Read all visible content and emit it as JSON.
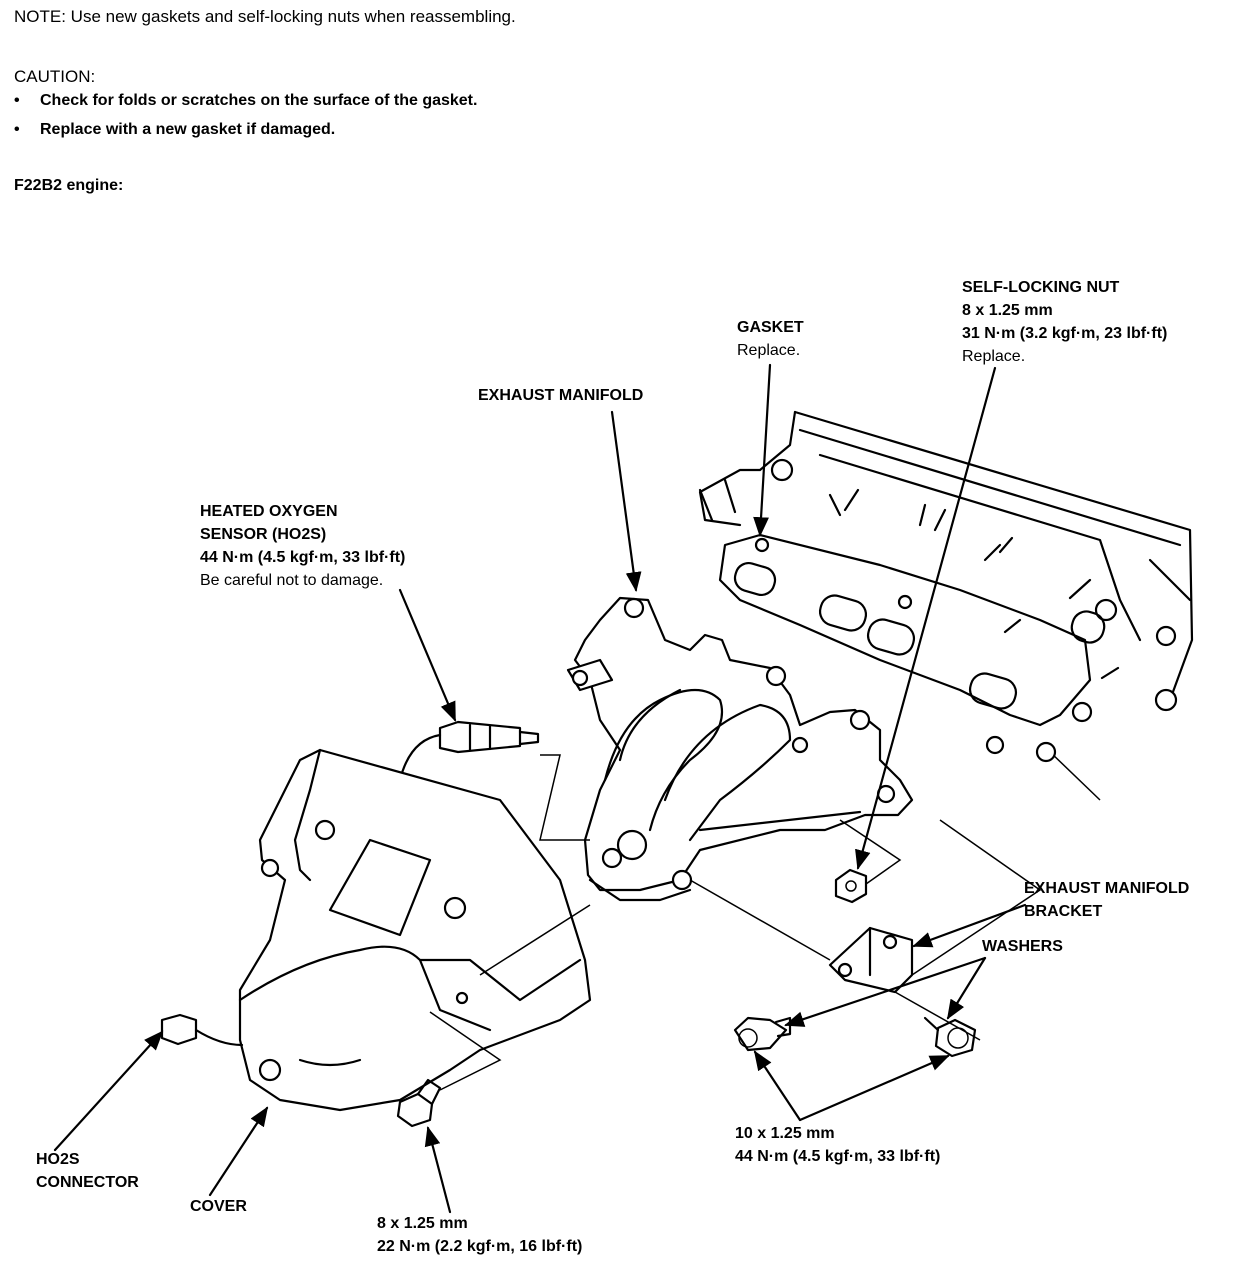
{
  "notes": {
    "note": "NOTE:  Use new gaskets and self-locking nuts when reassembling.",
    "caution_title": "CAUTION:",
    "caution_items": [
      "Check for folds or scratches on the surface of the gasket.",
      "Replace with a new gasket if damaged."
    ],
    "engine": "F22B2 engine:"
  },
  "labels": {
    "self_locking_nut": {
      "title": "SELF-LOCKING NUT",
      "lines": [
        "8 x 1.25 mm",
        "31 N·m (3.2 kgf·m, 23 lbf·ft)"
      ],
      "note": "Replace."
    },
    "gasket": {
      "title": "GASKET",
      "note": "Replace."
    },
    "exhaust_manifold": {
      "title": "EXHAUST MANIFOLD"
    },
    "ho2s": {
      "title1": "HEATED OXYGEN",
      "title2": "SENSOR (HO2S)",
      "torque": "44 N·m (4.5 kgf·m, 33 lbf·ft)",
      "note": "Be careful not to damage."
    },
    "bracket": {
      "line1": "EXHAUST MANIFOLD",
      "line2": "BRACKET"
    },
    "washers": {
      "title": "WASHERS"
    },
    "bolt_10": {
      "line1": "10 x 1.25 mm",
      "line2": "44 N·m (4.5 kgf·m, 33 lbf·ft)"
    },
    "ho2s_connector": {
      "line1": "HO2S",
      "line2": "CONNECTOR"
    },
    "cover": {
      "title": "COVER"
    },
    "bolt_8": {
      "line1": "8 x 1.25 mm",
      "line2": "22 N·m (2.2 kgf·m, 16 lbf·ft)"
    }
  }
}
